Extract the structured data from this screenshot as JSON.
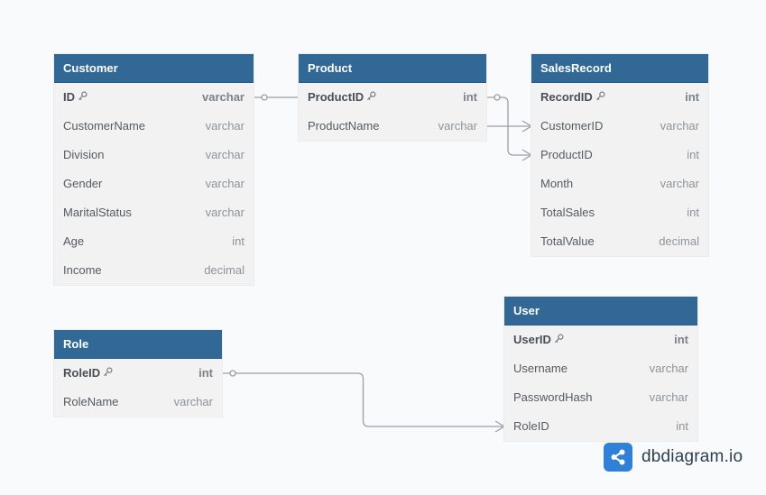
{
  "tables": [
    {
      "id": "customer",
      "name": "Customer",
      "columns": [
        {
          "name": "ID",
          "type": "varchar",
          "pk": true
        },
        {
          "name": "CustomerName",
          "type": "varchar"
        },
        {
          "name": "Division",
          "type": "varchar"
        },
        {
          "name": "Gender",
          "type": "varchar"
        },
        {
          "name": "MaritalStatus",
          "type": "varchar"
        },
        {
          "name": "Age",
          "type": "int"
        },
        {
          "name": "Income",
          "type": "decimal"
        }
      ]
    },
    {
      "id": "product",
      "name": "Product",
      "columns": [
        {
          "name": "ProductID",
          "type": "int",
          "pk": true
        },
        {
          "name": "ProductName",
          "type": "varchar"
        }
      ]
    },
    {
      "id": "salesrecord",
      "name": "SalesRecord",
      "columns": [
        {
          "name": "RecordID",
          "type": "int",
          "pk": true
        },
        {
          "name": "CustomerID",
          "type": "varchar"
        },
        {
          "name": "ProductID",
          "type": "int"
        },
        {
          "name": "Month",
          "type": "varchar"
        },
        {
          "name": "TotalSales",
          "type": "int"
        },
        {
          "name": "TotalValue",
          "type": "decimal"
        }
      ]
    },
    {
      "id": "role",
      "name": "Role",
      "columns": [
        {
          "name": "RoleID",
          "type": "int",
          "pk": true
        },
        {
          "name": "RoleName",
          "type": "varchar"
        }
      ]
    },
    {
      "id": "user",
      "name": "User",
      "columns": [
        {
          "name": "UserID",
          "type": "int",
          "pk": true
        },
        {
          "name": "Username",
          "type": "varchar"
        },
        {
          "name": "PasswordHash",
          "type": "varchar"
        },
        {
          "name": "RoleID",
          "type": "int"
        }
      ]
    }
  ],
  "relations": [
    {
      "from": "customer.ID",
      "to": "salesrecord.CustomerID",
      "type": "one-to-many"
    },
    {
      "from": "product.ProductID",
      "to": "salesrecord.ProductID",
      "type": "one-to-many"
    },
    {
      "from": "role.RoleID",
      "to": "user.RoleID",
      "type": "one-to-many"
    }
  ],
  "brand": {
    "text": "dbdiagram.io",
    "icon": "share-nodes-icon",
    "color": "#2e80d9"
  },
  "colors": {
    "header": "#316896",
    "body": "#f2f2f2",
    "connector": "#9aa0a6"
  }
}
